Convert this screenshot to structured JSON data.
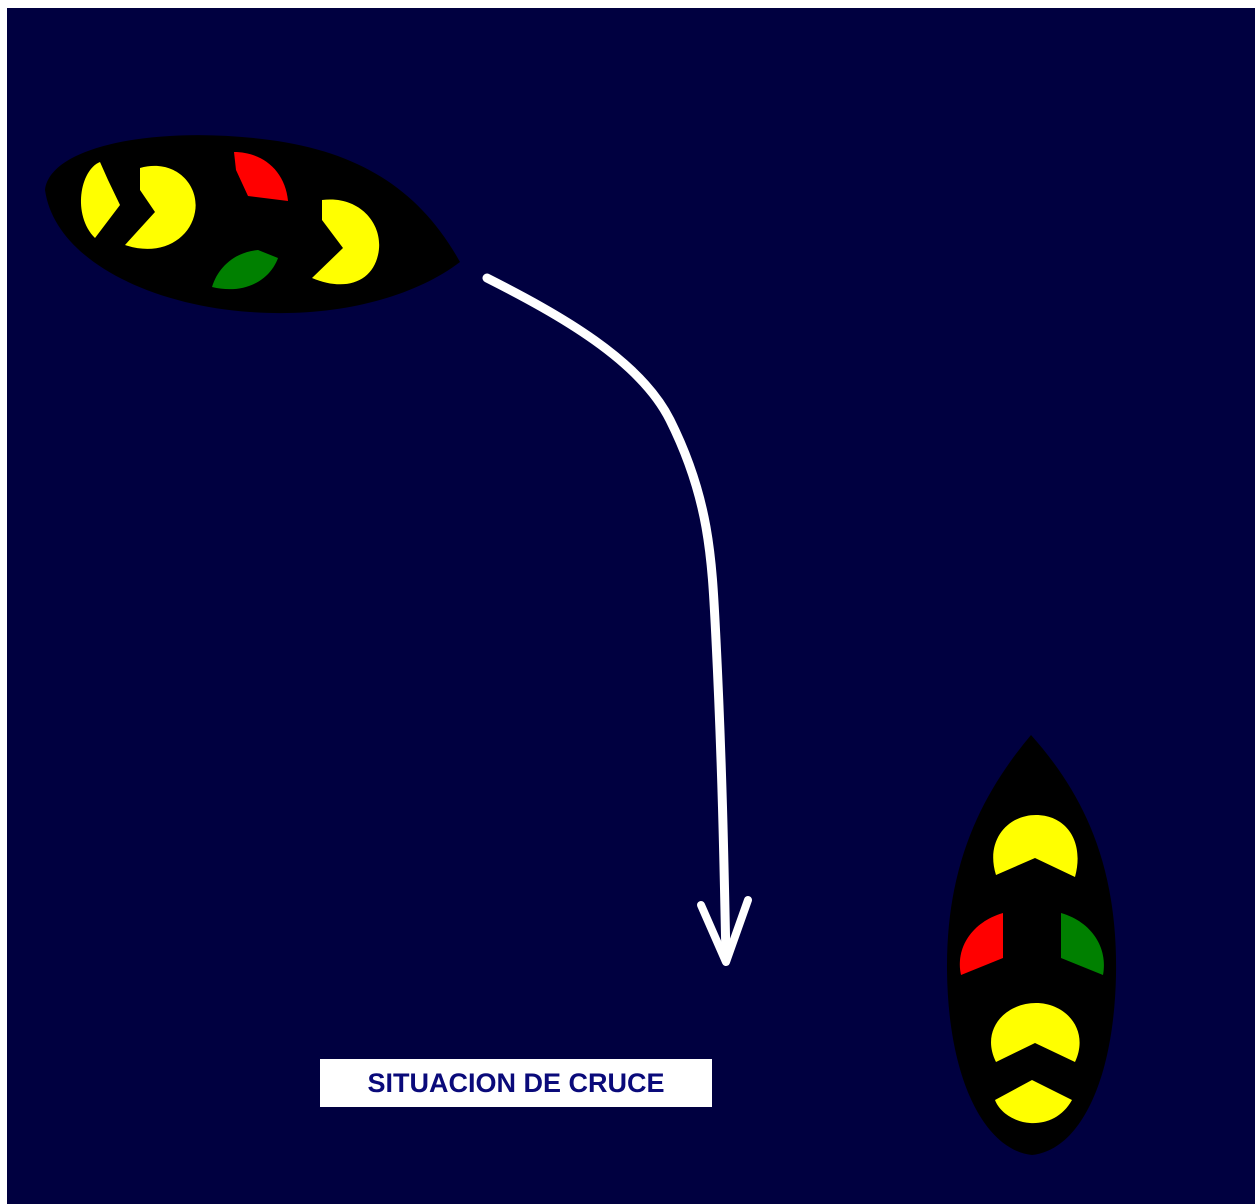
{
  "caption": "SITUACION DE CRUCE",
  "colors": {
    "background": "#000040",
    "frame": "#ffffff",
    "hull": "#000000",
    "masthead_light": "#ffff00",
    "port_light": "#ff0000",
    "starboard_light": "#008000",
    "arrow": "#ffffff",
    "caption_text": "#0a0a7a",
    "caption_box": "#ffffff"
  },
  "vessels": [
    {
      "id": "vessel-upper-left",
      "lights": [
        "masthead_light",
        "masthead_light",
        "masthead_light",
        "port_light",
        "starboard_light"
      ]
    },
    {
      "id": "vessel-lower-right",
      "lights": [
        "masthead_light",
        "masthead_light",
        "masthead_light",
        "port_light",
        "starboard_light"
      ]
    }
  ],
  "icons": {
    "arrow": "curved-arrow-down-icon"
  }
}
